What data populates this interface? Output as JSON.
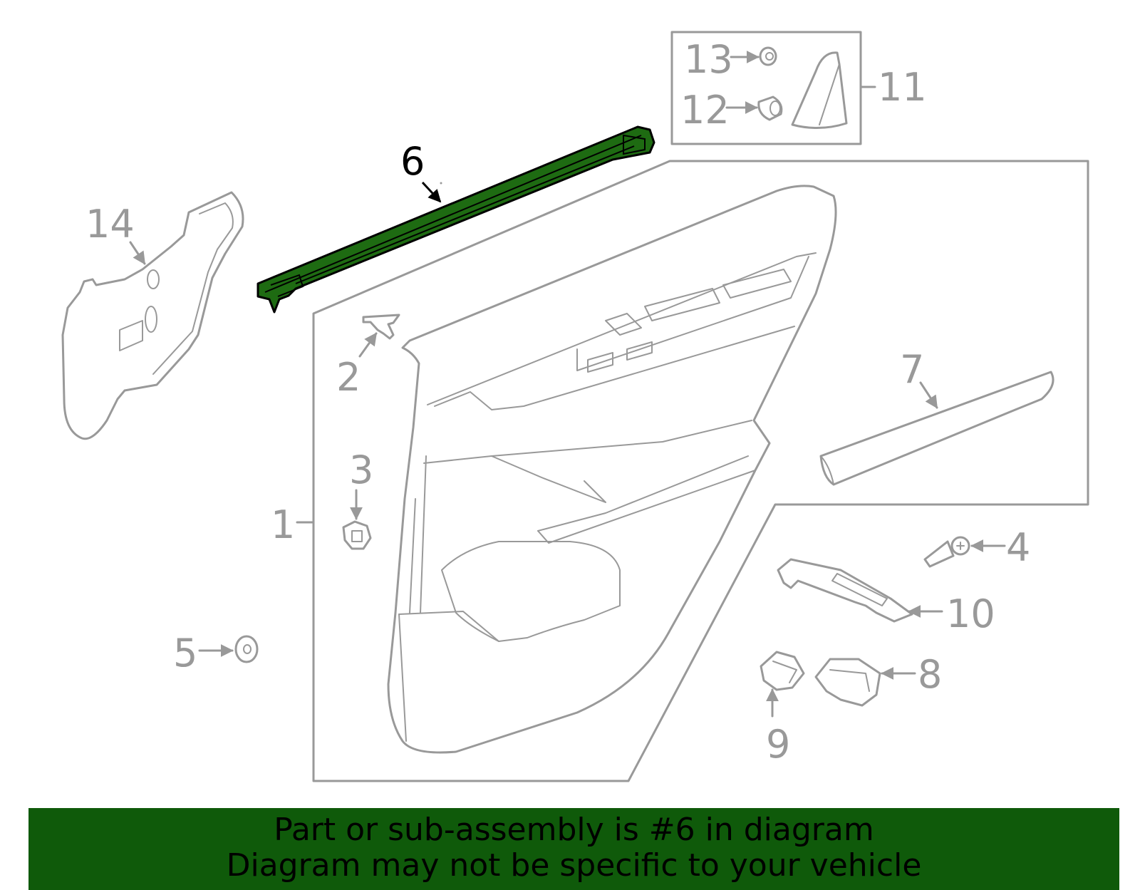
{
  "diagram": {
    "highlight_color": "#1e6b12",
    "outline_color": "#999999",
    "callouts": {
      "c1": "1",
      "c2": "2",
      "c3": "3",
      "c4": "4",
      "c5": "5",
      "c6": "6",
      "c7": "7",
      "c8": "8",
      "c9": "9",
      "c10": "10",
      "c11": "11",
      "c12": "12",
      "c13": "13",
      "c14": "14"
    },
    "highlighted_part": "6"
  },
  "banner": {
    "line1": "Part or sub-assembly is #6 in diagram",
    "line2": "Diagram may not be specific to your vehicle",
    "background": "#0f5a0a"
  }
}
